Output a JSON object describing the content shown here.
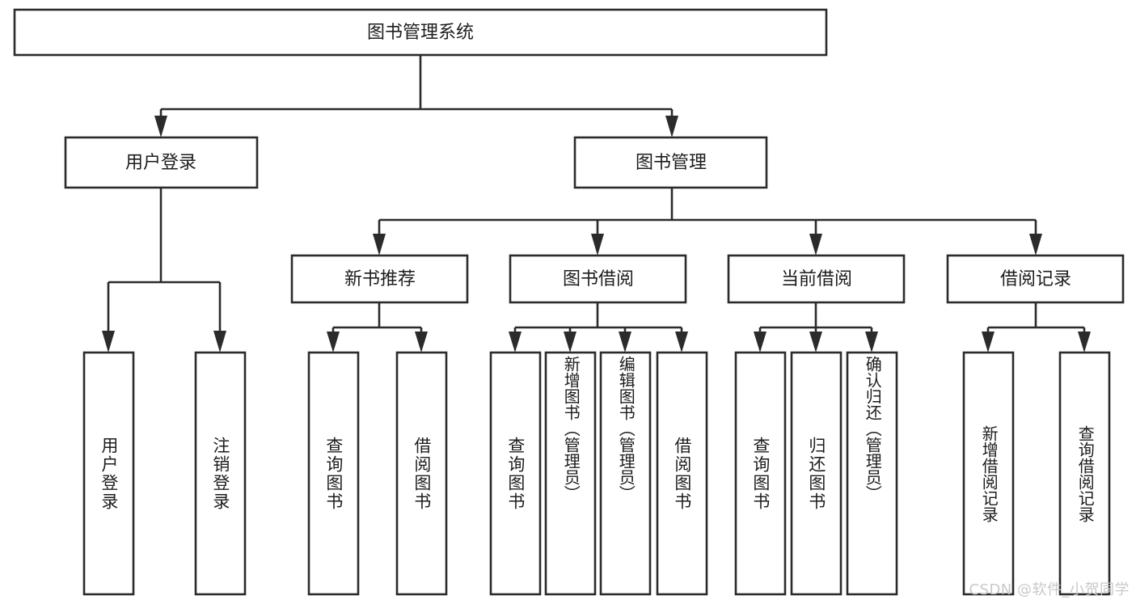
{
  "diagram": {
    "type": "tree-hierarchy-chart",
    "title": "图书管理系统",
    "watermark": "CSDN @软件_小贺同学",
    "colors": {
      "stroke": "#2b2b2b",
      "box_fill": "#ffffff",
      "text": "#1d1d1d",
      "background": "#ffffff",
      "watermark": "#c9c9c9"
    },
    "levels": {
      "root": {
        "label": "图书管理系统"
      },
      "level2": [
        {
          "id": "user-login",
          "label": "用户登录"
        },
        {
          "id": "book-management",
          "label": "图书管理"
        }
      ],
      "level3": [
        {
          "id": "new-book-recommend",
          "label": "新书推荐",
          "parent": "book-management"
        },
        {
          "id": "book-borrow",
          "label": "图书借阅",
          "parent": "book-management"
        },
        {
          "id": "current-borrow",
          "label": "当前借阅",
          "parent": "book-management"
        },
        {
          "id": "borrow-record",
          "label": "借阅记录",
          "parent": "book-management"
        }
      ],
      "leaves": [
        {
          "id": "leaf-user-login",
          "label": "用户登录",
          "parent": "user-login"
        },
        {
          "id": "leaf-logout-login",
          "label": "注销登录",
          "parent": "user-login"
        },
        {
          "id": "leaf-query-book-1",
          "label": "查询图书",
          "parent": "new-book-recommend"
        },
        {
          "id": "leaf-borrow-book-1",
          "label": "借阅图书",
          "parent": "new-book-recommend"
        },
        {
          "id": "leaf-query-book-2",
          "label": "查询图书",
          "parent": "book-borrow"
        },
        {
          "id": "leaf-add-book",
          "label": "新增图书（管理员）",
          "parent": "book-borrow"
        },
        {
          "id": "leaf-edit-book",
          "label": "编辑图书（管理员）",
          "parent": "book-borrow"
        },
        {
          "id": "leaf-borrow-book-2",
          "label": "借阅图书",
          "parent": "book-borrow"
        },
        {
          "id": "leaf-query-book-3",
          "label": "查询图书",
          "parent": "current-borrow"
        },
        {
          "id": "leaf-return-book",
          "label": "归还图书",
          "parent": "current-borrow"
        },
        {
          "id": "leaf-confirm-return",
          "label": "确认归还（管理员）",
          "parent": "current-borrow"
        },
        {
          "id": "leaf-add-record",
          "label": "新增借阅记录",
          "parent": "borrow-record"
        },
        {
          "id": "leaf-query-record",
          "label": "查询借阅记录",
          "parent": "borrow-record"
        }
      ]
    }
  }
}
